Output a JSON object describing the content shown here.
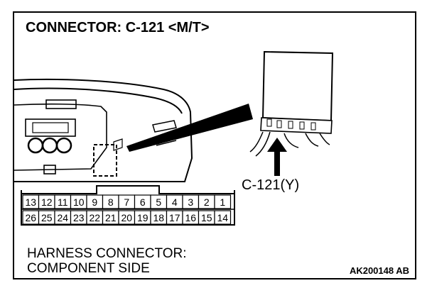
{
  "title": "CONNECTOR: C-121 <M/T>",
  "connector_label": "C-121(Y)",
  "pins": {
    "top_row": [
      "13",
      "12",
      "11",
      "10",
      "9",
      "8",
      "7",
      "6",
      "5",
      "4",
      "3",
      "2",
      "1"
    ],
    "bottom_row": [
      "26",
      "25",
      "24",
      "23",
      "22",
      "21",
      "20",
      "19",
      "18",
      "17",
      "16",
      "15",
      "14"
    ]
  },
  "caption": {
    "line1": "HARNESS CONNECTOR:",
    "line2": "COMPONENT SIDE"
  },
  "figure_code": "AK200148 AB"
}
